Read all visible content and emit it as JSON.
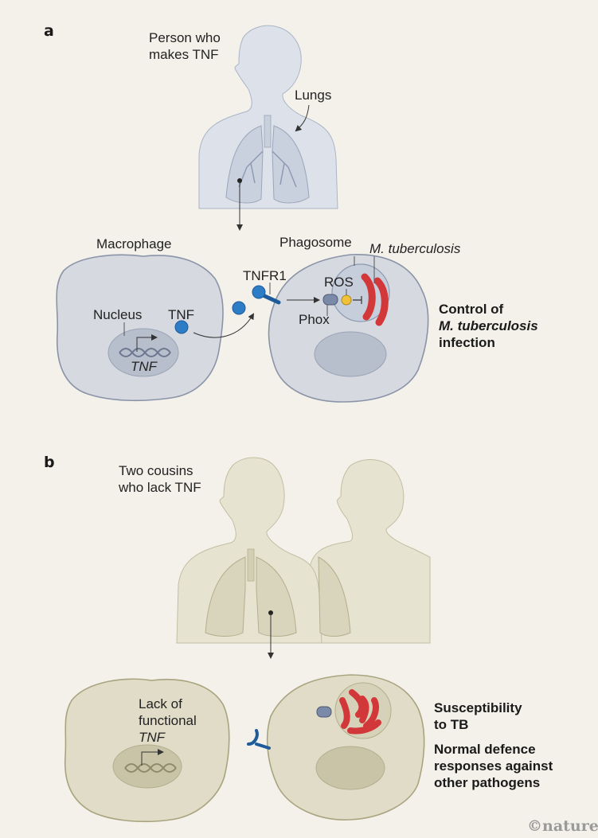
{
  "panels": {
    "a": {
      "letter": "a",
      "person_label_line1": "Person who",
      "person_label_line2": "makes TNF",
      "lungs_label": "Lungs",
      "macrophage_label": "Macrophage",
      "nucleus_label": "Nucleus",
      "gene_label": "TNF",
      "tnf_protein_label": "TNF",
      "receptor_label": "TNFR1",
      "phagosome_label": "Phagosome",
      "bacterium_label": "M. tuberculosis",
      "ros_label": "ROS",
      "phox_label": "Phox",
      "outcome_line1": "Control of",
      "outcome_line2": "M. tuberculosis",
      "outcome_line3": "infection"
    },
    "b": {
      "letter": "b",
      "people_label_line1": "Two cousins",
      "people_label_line2": "who lack TNF",
      "gene_label_line1": "Lack of",
      "gene_label_line2": "functional",
      "gene_label_line3": "TNF",
      "outcome1_line1": "Susceptibility",
      "outcome1_line2": "to TB",
      "outcome2_line1": "Normal defence",
      "outcome2_line2": "responses against",
      "outcome2_line3": "other pathogens"
    }
  },
  "credit": "©nature",
  "colors": {
    "background": "#f4f1ea",
    "panel_a_body": "#dde2ea",
    "panel_a_cell": "#d6d9df",
    "panel_b_body": "#e6e3d1",
    "panel_b_cell": "#e0dcc7",
    "tnf_blue": "#2d7dc6",
    "receptor_blue": "#1e5b9a",
    "bacteria_red": "#d2383a",
    "ros_yellow": "#f0c23a",
    "phox_grey": "#7b8aa8"
  }
}
